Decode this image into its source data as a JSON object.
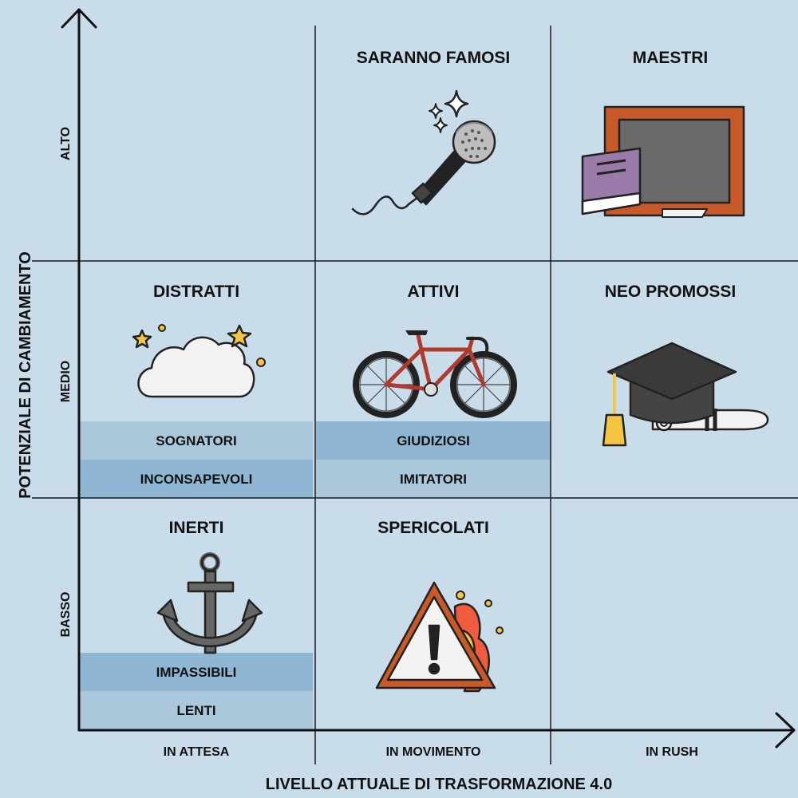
{
  "axes": {
    "y_title": "POTENZIALE DI CAMBIAMENTO",
    "x_title": "LIVELLO ATTUALE DI TRASFORMAZIONE 4.0",
    "y_levels": [
      "ALTO",
      "MEDIO",
      "BASSO"
    ],
    "x_levels": [
      "IN ATTESA",
      "IN MOVIMENTO",
      "IN RUSH"
    ]
  },
  "cells": {
    "saranno_famosi": {
      "title": "SARANNO FAMOSI",
      "icon": "microphone-icon"
    },
    "maestri": {
      "title": "MAESTRI",
      "icon": "blackboard-icon"
    },
    "distratti": {
      "title": "DISTRATTI",
      "icon": "dream-cloud-icon",
      "sub": [
        "SOGNATORI",
        "INCONSAPEVOLI"
      ]
    },
    "attivi": {
      "title": "ATTIVI",
      "icon": "bicycle-icon",
      "sub": [
        "GIUDIZIOSI",
        "IMITATORI"
      ]
    },
    "neo_promossi": {
      "title": "NEO PROMOSSI",
      "icon": "graduation-cap-icon"
    },
    "inerti": {
      "title": "INERTI",
      "icon": "anchor-icon",
      "sub": [
        "IMPASSIBILI",
        "LENTI"
      ]
    },
    "spericolati": {
      "title": "SPERICOLATI",
      "icon": "warning-fire-icon"
    }
  },
  "colors": {
    "background": "#c9dcea",
    "band_light": "#abc7dc",
    "band_dark": "#8fb7d3",
    "frame": "#c85a2a",
    "book": "#9a7aa8"
  }
}
